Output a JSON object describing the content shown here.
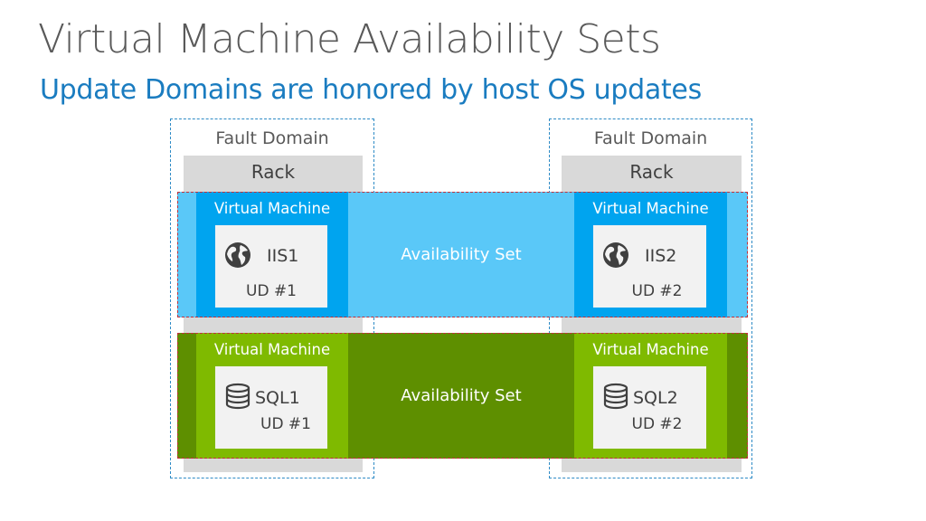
{
  "title": "Virtual Machine Availability Sets",
  "subtitle": "Update Domains are honored by host OS updates",
  "fault_domains": [
    {
      "label": "Fault Domain",
      "rack": "Rack"
    },
    {
      "label": "Fault Domain",
      "rack": "Rack"
    }
  ],
  "availability_sets": [
    {
      "label": "Availability Set",
      "color": "#5ac8f8",
      "vm_color": "#00a4ef",
      "vms": [
        {
          "label": "Virtual Machine",
          "name": "IIS1",
          "ud": "UD #1",
          "icon": "globe-icon"
        },
        {
          "label": "Virtual Machine",
          "name": "IIS2",
          "ud": "UD #2",
          "icon": "globe-icon"
        }
      ]
    },
    {
      "label": "Availability Set",
      "color": "#5e8f00",
      "vm_color": "#7fba00",
      "vms": [
        {
          "label": "Virtual Machine",
          "name": "SQL1",
          "ud": "UD #1",
          "icon": "database-icon"
        },
        {
          "label": "Virtual Machine",
          "name": "SQL2",
          "ud": "UD #2",
          "icon": "database-icon"
        }
      ]
    }
  ]
}
